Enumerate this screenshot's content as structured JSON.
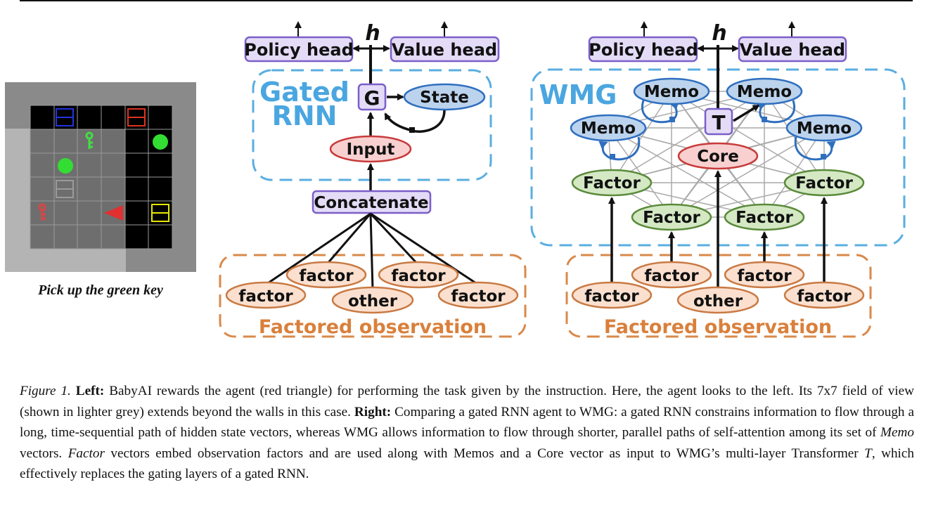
{
  "figure": {
    "grid_caption": "Pick up the green key",
    "left_diagram": {
      "gated_rnn_label_line1": "Gated",
      "gated_rnn_label_line2": "RNN",
      "h_label": "h",
      "policy_head": "Policy head",
      "value_head": "Value head",
      "g_label": "G",
      "state_label": "State",
      "input_label": "Input",
      "concatenate_label": "Concatenate",
      "factor_label": "factor",
      "other_label": "other",
      "factored_observation": "Factored observation"
    },
    "right_diagram": {
      "wmg_label": "WMG",
      "h_label": "h",
      "policy_head": "Policy head",
      "value_head": "Value head",
      "t_label": "T",
      "memo_label": "Memo",
      "core_label": "Core",
      "factor_upper_label": "Factor",
      "factor_label": "factor",
      "other_label": "other",
      "factored_observation": "Factored observation"
    },
    "colors": {
      "dashed_blue": "#5aaee0",
      "dashed_orange": "#d9894a",
      "purple_fill": "#e4dcf7",
      "purple_stroke": "#7b5fc8",
      "blue_fill": "#bcd3ee",
      "blue_stroke": "#2f6fbf",
      "red_fill": "#f8d0d0",
      "red_stroke": "#c83a3a",
      "green_fill": "#d4e8c4",
      "green_stroke": "#5a8a3a",
      "orange_fill": "#fbe0cf",
      "orange_stroke": "#c97a44",
      "title_blue": "#4aa6e0",
      "title_orange": "#d9803c"
    }
  },
  "caption": {
    "figure_label": "Figure 1.",
    "left_label": "Left:",
    "left_text": " BabyAI rewards the agent (red triangle) for performing the task given by the instruction. Here, the agent looks to the left. Its 7x7 field of view (shown in lighter grey) extends beyond the walls in this case. ",
    "right_label": "Right:",
    "right_text_1": " Comparing a gated RNN agent to WMG: a gated RNN constrains information to flow through a long, time-sequential path of hidden state vectors, whereas WMG allows information to flow through shorter, parallel paths of self-attention among its set of ",
    "memo_word": "Memo",
    "right_text_2": " vectors. ",
    "factor_word": "Factor",
    "right_text_3": " vectors embed observation factors and are used along with Memos and a Core vector as input to WMG’s multi-layer Transformer ",
    "t_word": "T",
    "right_text_4": ", which effectively replaces the gating layers of a gated RNN."
  }
}
